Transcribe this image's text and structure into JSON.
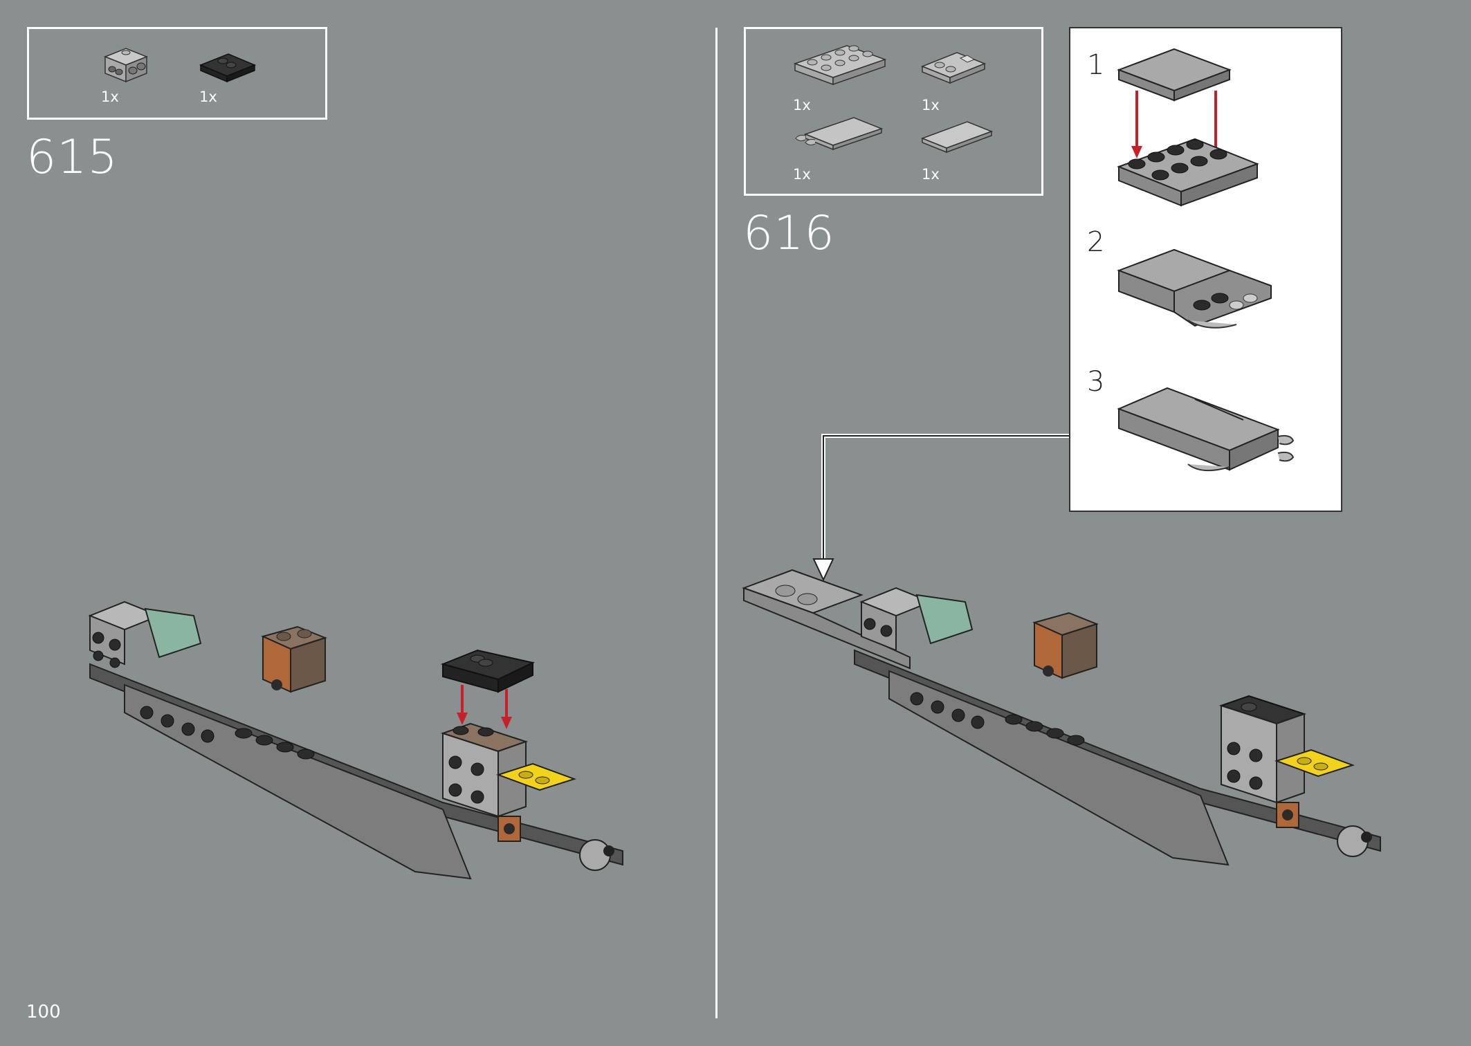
{
  "page": {
    "number": "100"
  },
  "steps": [
    {
      "number": "615",
      "parts": [
        {
          "qty": "1x",
          "icon": "light-gray-bracket-1x2-icon"
        },
        {
          "qty": "1x",
          "icon": "dark-gray-tile-2x2-with-studs-icon"
        }
      ]
    },
    {
      "number": "616",
      "parts": [
        {
          "qty": "1x",
          "icon": "light-gray-plate-2x4-icon"
        },
        {
          "qty": "1x",
          "icon": "light-gray-plate-with-clips-icon"
        },
        {
          "qty": "1x",
          "icon": "light-gray-tile-with-clips-icon"
        },
        {
          "qty": "1x",
          "icon": "light-gray-tile-2x4-icon"
        }
      ],
      "substeps": [
        {
          "number": "1"
        },
        {
          "number": "2"
        },
        {
          "number": "3"
        }
      ]
    }
  ],
  "colors": {
    "background": "#8a9090",
    "stud_dark": "#2b2b2b",
    "brick_light": "#a9a9a9",
    "arrow_red": "#c8202a",
    "brick_yellow": "#f2d21b",
    "brick_brown": "#b0673a",
    "brick_tan": "#8a7360",
    "brick_green": "#8ab5a0"
  }
}
